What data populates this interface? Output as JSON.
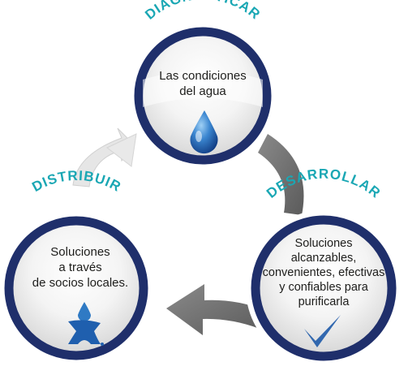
{
  "cycle": {
    "diagnose": {
      "title": "DIAGNOSTICAR",
      "text": "Las condiciones\ndel agua",
      "icon": "water-drop-icon"
    },
    "develop": {
      "title": "DESARROLLAR",
      "text": "Soluciones\nalcanzables,\nconvenientes, efectivas\ny confiables para\npurificarla",
      "icon": "checkmark-icon"
    },
    "distribute": {
      "title": "DISTRIBUIR",
      "text": "Soluciones\na través\nde socios locales.",
      "icon": "water-figure-logo"
    }
  },
  "colors": {
    "ring": "#1f2f6b",
    "title": "#1aa7b4",
    "arrow": "#6e6e6e",
    "arrow_light": "#e4e4e4",
    "drop": "#2466b6",
    "check": "#1e5aa8"
  }
}
